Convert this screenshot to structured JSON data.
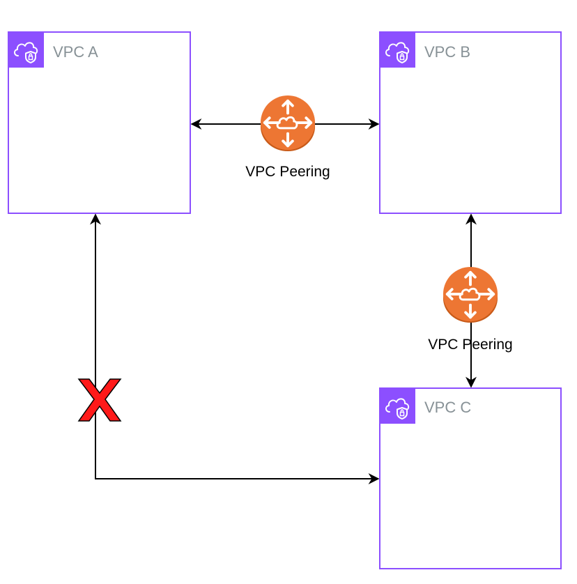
{
  "colors": {
    "vpc_border": "#8c4fff",
    "vpc_badge": "#8c4fff",
    "vpc_title": "#879196",
    "connector": "#000000",
    "peering_icon": "#ed7633",
    "peering_icon_dark": "#c85a18",
    "blocked_mark": "#ff0000",
    "label_text": "#000000"
  },
  "vpcs": {
    "a": {
      "title": "VPC A",
      "icon": "vpc-cloud-shield-icon"
    },
    "b": {
      "title": "VPC B",
      "icon": "vpc-cloud-shield-icon"
    },
    "c": {
      "title": "VPC C",
      "icon": "vpc-cloud-shield-icon"
    }
  },
  "peerings": {
    "ab": {
      "label": "VPC Peering",
      "icon": "vpc-peering-router-icon"
    },
    "bc": {
      "label": "VPC Peering",
      "icon": "vpc-peering-router-icon"
    }
  },
  "blocked": {
    "from": "VPC A",
    "to": "VPC C",
    "icon": "blocked-x-icon"
  }
}
